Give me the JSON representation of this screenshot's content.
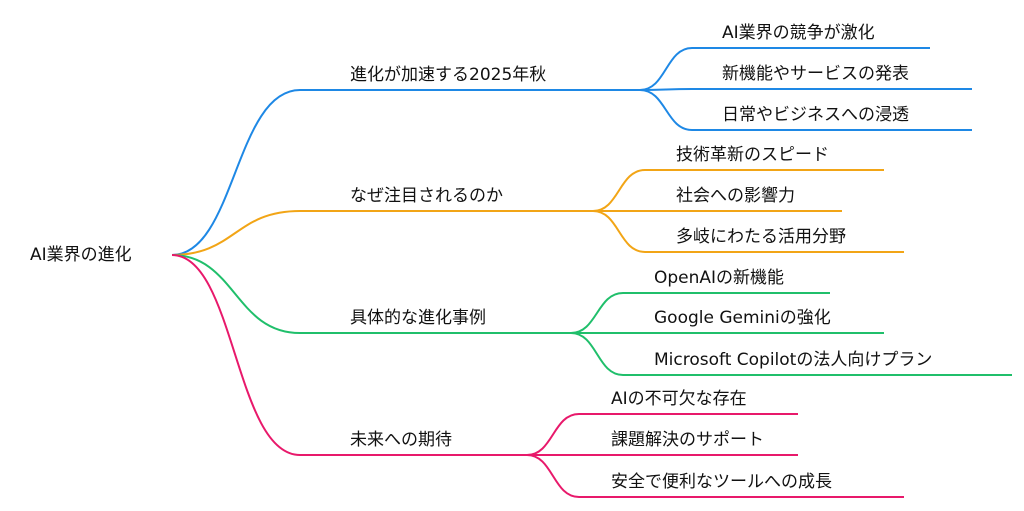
{
  "mindmap": {
    "root": "AI業界の進化",
    "branches": [
      {
        "label": "進化が加速する2025年秋",
        "color": "#1e88e5",
        "children": [
          "AI業界の競争が激化",
          "新機能やサービスの発表",
          "日常やビジネスへの浸透"
        ]
      },
      {
        "label": "なぜ注目されるのか",
        "color": "#f2a516",
        "children": [
          "技術革新のスピード",
          "社会への影響力",
          "多岐にわたる活用分野"
        ]
      },
      {
        "label": "具体的な進化事例",
        "color": "#20bf6b",
        "children": [
          "OpenAIの新機能",
          "Google Geminiの強化",
          "Microsoft Copilotの法人向けプラン"
        ]
      },
      {
        "label": "未来への期待",
        "color": "#e8196b",
        "children": [
          "AIの不可欠な存在",
          "課題解決のサポート",
          "安全で便利なツールへの成長"
        ]
      }
    ]
  }
}
